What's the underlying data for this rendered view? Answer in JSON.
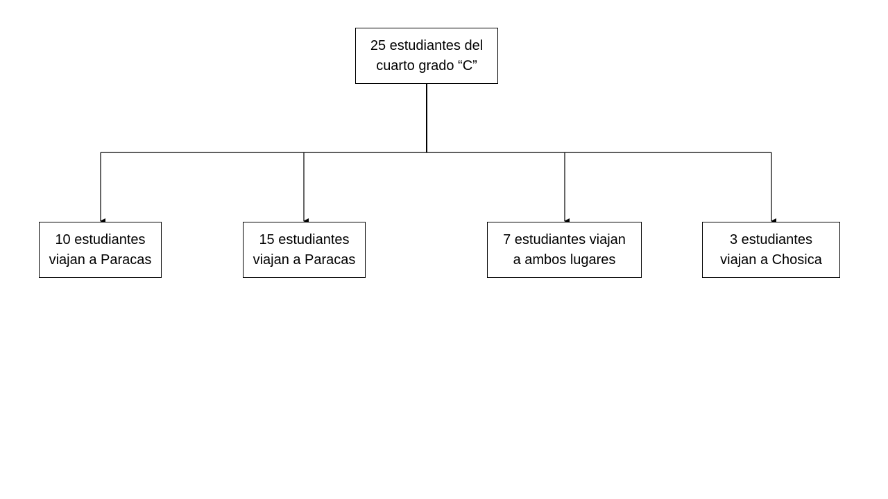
{
  "diagram": {
    "root": {
      "line1": "25 estudiantes del",
      "line2": "cuarto grado “C”"
    },
    "children": [
      {
        "line1": "10 estudiantes",
        "line2": "viajan a Paracas"
      },
      {
        "line1": "15 estudiantes",
        "line2": "viajan a Paracas"
      },
      {
        "line1": "7 estudiantes viajan",
        "line2": "a ambos lugares"
      },
      {
        "line1": "3 estudiantes",
        "line2": "viajan a Chosica"
      }
    ]
  },
  "colors": {
    "line": "#000000",
    "box_border": "#000000",
    "text": "#000000",
    "background": "#ffffff"
  }
}
